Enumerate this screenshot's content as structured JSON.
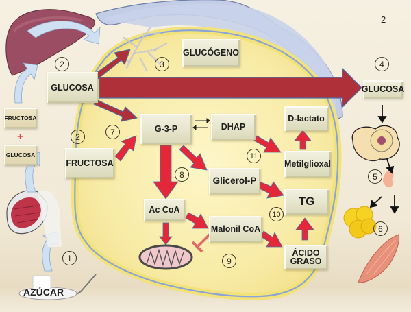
{
  "page_number": "2",
  "nodes": {
    "glucosa_left": "GLUCOSA",
    "glucogeno": "GLUCÓGENO",
    "glucosa_right": "GLUCOSA",
    "fructosa_side": "FRUCTOSA",
    "plus": "+",
    "glucosa_side": "GLUCOSA",
    "fructosa": "FRUCTOSA",
    "g3p": "G-3-P",
    "dhap": "DHAP",
    "d_lactato": "D-lactato",
    "metilglioxal": "Metilglioxal",
    "glicerol_p": "Glicerol-P",
    "tg": "TG",
    "ac_coa": "Ac CoA",
    "malonil_coa": "Malonil CoA",
    "acido_graso_1": "ÁCIDO",
    "acido_graso_2": "GRASO",
    "azucar": "AZÚCAR"
  },
  "step_numbers": {
    "s1": "1",
    "s2_top": "2",
    "s2_mid": "2",
    "s3": "3",
    "s4": "4",
    "s5": "5",
    "s6": "6",
    "s7": "7",
    "s8": "8",
    "s9": "9",
    "s10": "10",
    "s11": "11"
  },
  "colors": {
    "arrow_red": "#d8283a",
    "arrow_dark_red": "#b0303a",
    "arrow_outline": "#4a6fa8",
    "cell_fill": "#faf0b0",
    "membrane_blue": "#8aa3d8",
    "membrane_dot": "#f1e27a",
    "liver_blue": "#c3cde6"
  }
}
